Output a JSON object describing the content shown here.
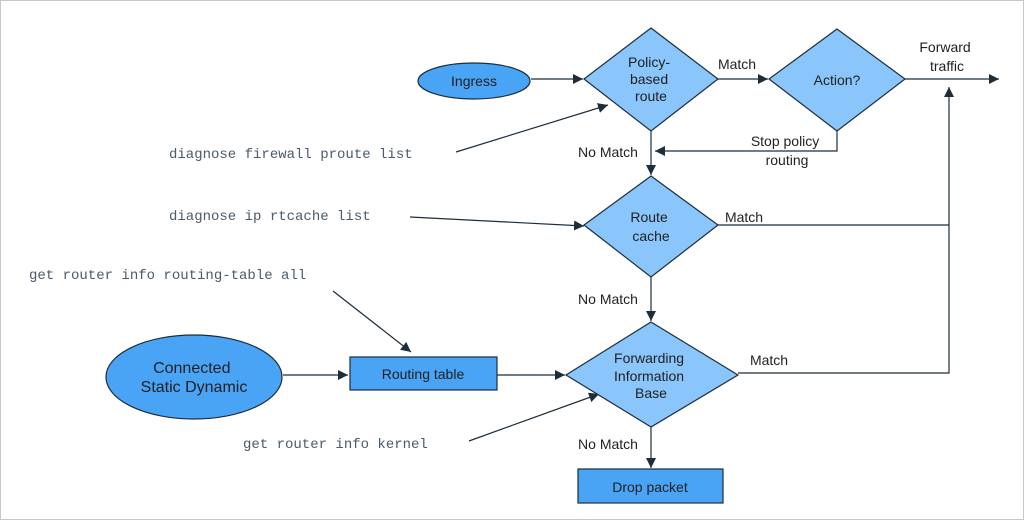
{
  "nodes": {
    "ingress": "Ingress",
    "policy_route": [
      "Policy-",
      "based",
      "route"
    ],
    "action": "Action?",
    "forward_traffic": [
      "Forward",
      "traffic"
    ],
    "stop_policy": [
      "Stop policy",
      "routing"
    ],
    "route_cache": [
      "Route",
      "cache"
    ],
    "sources": [
      "Connected",
      "Static Dynamic"
    ],
    "routing_table": "Routing table",
    "fib": [
      "Forwarding",
      "Information",
      "Base"
    ],
    "drop_packet": "Drop packet"
  },
  "edge_labels": {
    "match_policy": "Match",
    "no_match_policy": "No Match",
    "match_cache": "Match",
    "no_match_cache": "No Match",
    "match_fib": "Match",
    "no_match_fib": "No Match"
  },
  "commands": {
    "proute": "diagnose firewall proute list",
    "rtcache": "diagnose ip rtcache list",
    "routing_table": "get router info routing-table all",
    "kernel": "get router info kernel"
  },
  "colors": {
    "diamond_fill": "#8ac6fb",
    "box_fill": "#4aa4f6",
    "stroke": "#1c2d3c",
    "command_text": "#4a5a6a"
  }
}
